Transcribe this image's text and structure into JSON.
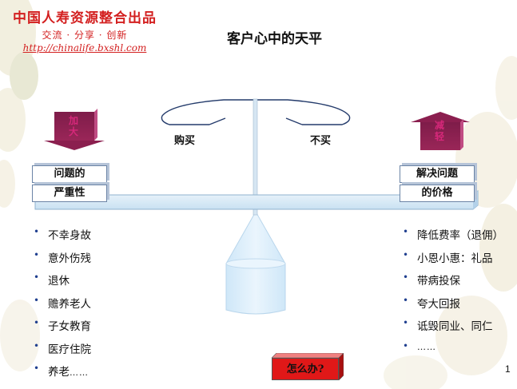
{
  "header": {
    "brand_title": "中国人寿资源整合出品",
    "slogan": "交流 · 分享 · 创新",
    "url": "http://chinalife.bxshl.com"
  },
  "slide": {
    "title": "客户心中的天平",
    "page_number": "1"
  },
  "scale": {
    "left_label": "购买",
    "right_label": "不买",
    "left_arrow_text": [
      "加",
      "大"
    ],
    "right_arrow_text": [
      "减",
      "轻"
    ],
    "left_boxes": [
      "问题的",
      "严重性"
    ],
    "right_boxes": [
      "解决问题",
      "的价格"
    ]
  },
  "left_list": [
    "不幸身故",
    "意外伤残",
    "退休",
    "赡养老人",
    "子女教育",
    "医疗住院",
    "养老"
  ],
  "left_list_last_suffix": "……",
  "right_list": [
    "降低费率（退佣）",
    "小恩小惠：礼品",
    "带病投保",
    "夸大回报",
    "诋毁同业、同仁",
    ""
  ],
  "right_list_last_suffix": "……",
  "action_button": "怎么办?",
  "colors": {
    "accent_red": "#d31f1f",
    "arrow_fill": "#8b1f4f",
    "arrow_text": "#d6287a",
    "beam_fill": "#dcecf7",
    "button_red": "#e01818"
  }
}
